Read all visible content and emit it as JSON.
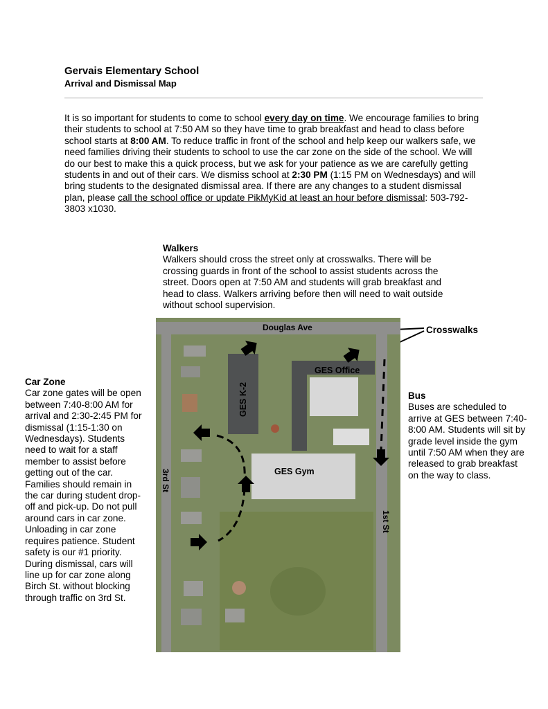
{
  "header": {
    "title": "Gervais Elementary School",
    "subtitle": "Arrival and Dismissal Map"
  },
  "intro": {
    "p1": "It is so important for students to come to school ",
    "p1_em": "every day on time",
    "p2": ". We encourage families to bring their students to school at 7:50 AM so they have time to grab breakfast and head to class before school starts at ",
    "p2_em": "8:00 AM",
    "p3": ". To reduce traffic in front of the school and help keep our walkers safe, we need families driving their students to school to use the car zone on the side of the school. We will do our best to make this a quick process, but we ask for your patience as we are carefully getting students in and out of their cars. We dismiss school at ",
    "p3_em": "2:30 PM",
    "p4": " (1:15 PM on Wednesdays) and will bring students to the designated dismissal area. If there are any changes to a student dismissal plan, please ",
    "p4_link": "call the school office or update PikMyKid at least an hour before dismissal",
    "p5": ": 503-792-3803 x1030."
  },
  "walkers": {
    "heading": "Walkers",
    "body": "Walkers should cross the street only at crosswalks. There will be crossing guards in front of the school to assist students across the street. Doors open at 7:50 AM and students will grab breakfast and head to class. Walkers arriving before then will need to wait outside without school supervision."
  },
  "car_zone": {
    "heading": "Car Zone",
    "body": "Car zone gates will be open between 7:40-8:00 AM for arrival and 2:30-2:45 PM for dismissal (1:15-1:30 on Wednesdays). Students need to wait for a staff member to assist before getting out of the car. Families should remain in the car during student drop-off and pick-up. Do not pull around cars in car zone. Unloading in car zone requires patience. Student safety is our #1 priority. During dismissal, cars will line up for car zone along Birch St. without blocking through traffic on 3rd St."
  },
  "bus": {
    "heading": "Bus",
    "body": "Buses are scheduled to arrive at GES between 7:40-8:00 AM. Students will sit by grade level inside the gym until 7:50 AM when they are released to grab breakfast on the way to class."
  },
  "map": {
    "crosswalks_label": "Crosswalks",
    "douglas_ave": "Douglas Ave",
    "ges_office": "GES Office",
    "ges_k2": "GES K-2",
    "ges_gym": "GES Gym",
    "third_st": "3rd St",
    "first_st": "1st St",
    "colors": {
      "grass": "#7d8c5e",
      "field": "#75834f",
      "road": "#8a8a88",
      "roof": "#d9d9d9",
      "dark_roof": "#4d4f50"
    }
  }
}
